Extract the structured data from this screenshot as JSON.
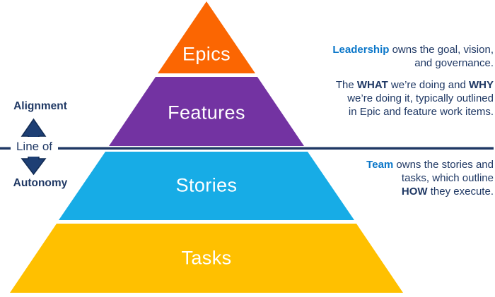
{
  "pyramid": {
    "levels": [
      {
        "label": "Epics",
        "color": "#FB6602"
      },
      {
        "label": "Features",
        "color": "#7333A2"
      },
      {
        "label": "Stories",
        "color": "#17ACE6"
      },
      {
        "label": "Tasks",
        "color": "#FFC000"
      }
    ],
    "label_text_color": "#FFFFFF"
  },
  "line_of": {
    "top_label": "Alignment",
    "box_label": "Line of",
    "bottom_label": "Autonomy",
    "line_color": "#1F3864",
    "arrow_color": "#1E3F74",
    "arrow_outline_color": "#112A52"
  },
  "annotations": {
    "text_color": "#1F3864",
    "keyword_color": "#0B77C9",
    "leadership": {
      "keyword": "Leadership",
      "line1_rest": " owns the goal, vision,",
      "line2": "and governance."
    },
    "what_why": {
      "seg1": "The ",
      "seg2": "WHAT",
      "seg3": " we’re doing and ",
      "seg4": "WHY",
      "line2": "we’re doing it, typically outlined",
      "line3": "in Epic and feature work items."
    },
    "team": {
      "keyword": "Team",
      "line1_rest": " owns the stories and",
      "line2": "tasks, which outline",
      "seg_how": "HOW",
      "line3_rest": " they execute."
    }
  }
}
